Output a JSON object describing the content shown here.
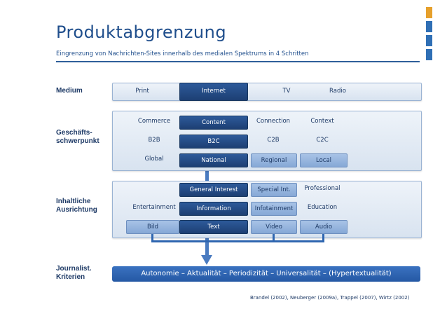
{
  "title": "Produktabgrenzung",
  "subtitle": "Eingrenzung von Nachrichten-Sites innerhalb des medialen Spektrums in 4 Schritten",
  "colors": {
    "dark_box": "#1d3f73",
    "light_box": "#95b5de",
    "accent": "#2f66b0",
    "corner_orange": "#e6a02c",
    "corner_blue": "#2f6fb5"
  },
  "rows": {
    "medium": {
      "label": "Medium",
      "items": {
        "print": "Print",
        "internet": "Internet",
        "tv": "TV",
        "radio": "Radio"
      }
    },
    "geschaeft": {
      "label_line1": "Geschäfts-",
      "label_line2": "schwerpunkt",
      "items": {
        "commerce": "Commerce",
        "content": "Content",
        "connection": "Connection",
        "context": "Context",
        "b2b": "B2B",
        "b2c": "B2C",
        "c2b": "C2B",
        "c2c": "C2C",
        "global": "Global",
        "national": "National",
        "regional": "Regional",
        "local": "Local"
      }
    },
    "inhalt": {
      "label_line1": "Inhaltliche",
      "label_line2": "Ausrichtung",
      "items": {
        "general_interest": "General Interest",
        "special_int": "Special Int.",
        "professional": "Professional",
        "entertainment": "Entertainment",
        "information": "Information",
        "infotainment": "Infotainment",
        "education": "Education",
        "bild": "Bild",
        "text": "Text",
        "video": "Video",
        "audio": "Audio"
      }
    },
    "kriterien": {
      "label_line1": "Journalist.",
      "label_line2": "Kriterien",
      "bar_text": "Autonomie – Aktualität – Periodizität – Universalität – (Hypertextualität)"
    }
  },
  "source": "Brandel (2002), Neuberger (2009a), Trappel (2007), Wirtz (2002)"
}
